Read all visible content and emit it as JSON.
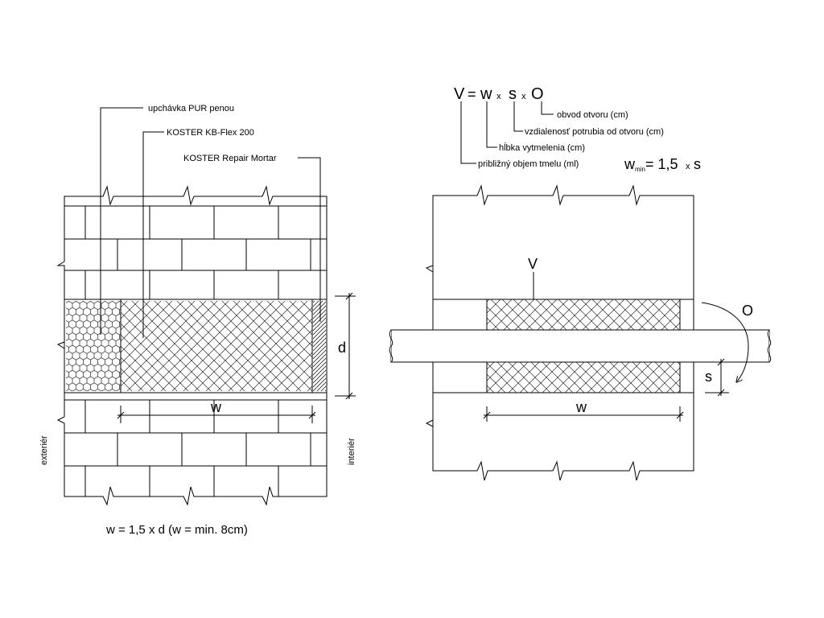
{
  "left_detail": {
    "callouts": {
      "pur_foam": "upchávka PUR penou",
      "kb_flex": "KOSTER KB-Flex 200",
      "repair_mortar": "KOSTER Repair Mortar"
    },
    "dim_d": "d",
    "dim_w": "w",
    "side_exterior": "exteriér",
    "side_interior": "interiér",
    "formula": "w = 1,5 x d (w = min. 8cm)"
  },
  "right_detail": {
    "formula": {
      "V": "V",
      "eq": "=",
      "w": "w",
      "x1": "x",
      "s": "s",
      "x2": "x",
      "O": "O"
    },
    "legend": {
      "O": "obvod otvoru (cm)",
      "s": "vzdialenosť potrubia od otvoru (cm)",
      "w": "hĺbka vytmelenia (cm)",
      "V": "približný objem tmelu (ml)"
    },
    "wmin": {
      "w": "w",
      "sub": "min",
      "rest": "= 1,5",
      "x": "x",
      "s": "s"
    },
    "label_V": "V",
    "label_O": "O",
    "label_s": "s",
    "dim_w": "w"
  }
}
